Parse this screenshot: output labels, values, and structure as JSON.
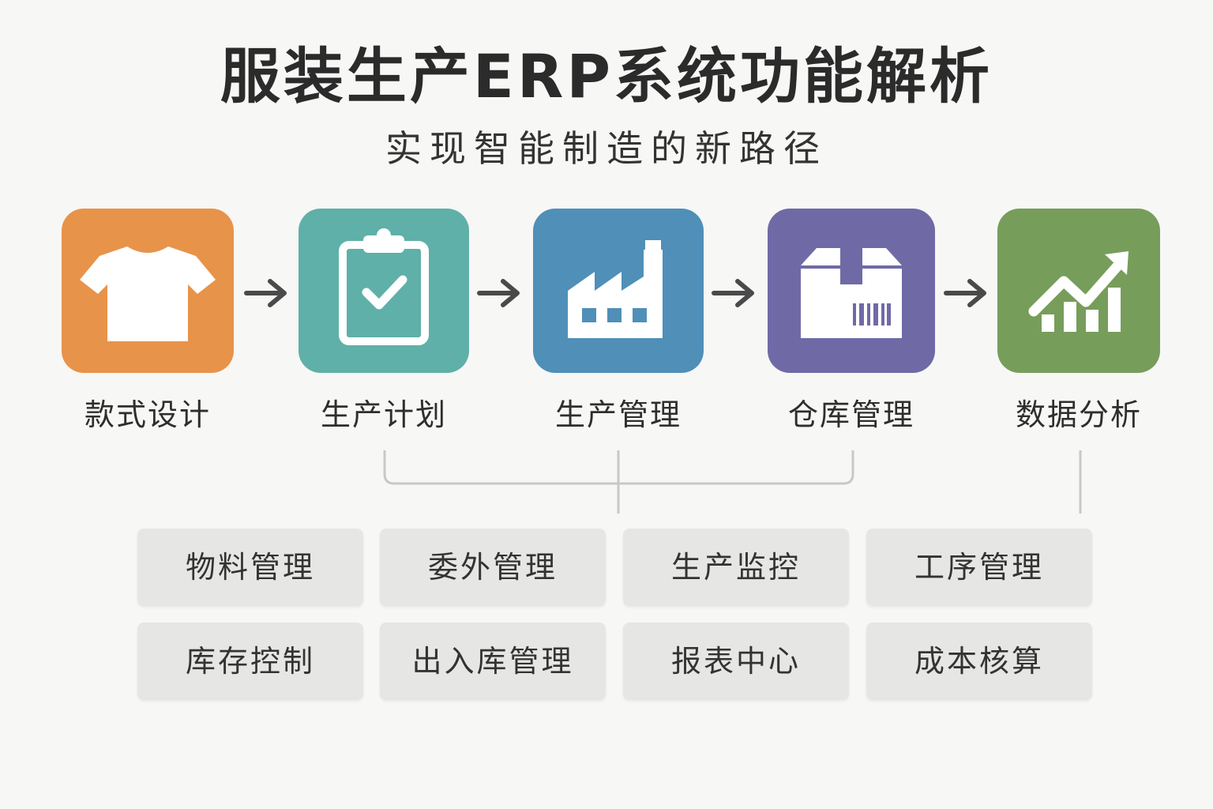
{
  "title": "服装生产ERP系统功能解析",
  "subtitle": "实现智能制造的新路径",
  "colors": {
    "design": "#e8934a",
    "plan": "#5fb0a8",
    "production": "#4f8fb8",
    "warehouse": "#6f6aa6",
    "analysis": "#779d5b",
    "arrow": "#4a4a4a",
    "connector": "#c8c8c8",
    "module_bg": "#e6e6e4"
  },
  "steps": [
    {
      "label": "款式设计",
      "icon": "tshirt-icon"
    },
    {
      "label": "生产计划",
      "icon": "clipboard-check-icon"
    },
    {
      "label": "生产管理",
      "icon": "factory-icon"
    },
    {
      "label": "仓库管理",
      "icon": "box-barcode-icon"
    },
    {
      "label": "数据分析",
      "icon": "growth-chart-icon"
    }
  ],
  "modules": [
    [
      "物料管理",
      "委外管理",
      "生产监控",
      "工序管理"
    ],
    [
      "库存控制",
      "出入库管理",
      "报表中心",
      "成本核算"
    ]
  ]
}
